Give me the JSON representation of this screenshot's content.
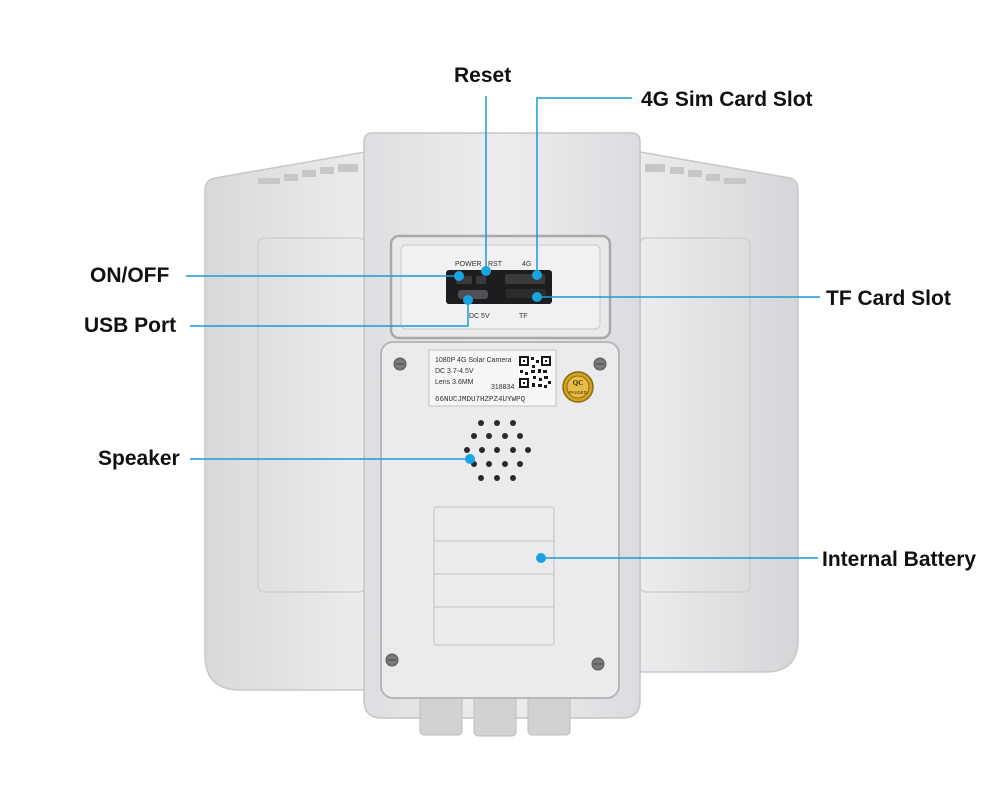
{
  "callouts": {
    "reset": "Reset",
    "sim_slot": "4G Sim Card Slot",
    "on_off": "ON/OFF",
    "tf_slot": "TF Card Slot",
    "usb_port": "USB Port",
    "speaker": "Speaker",
    "battery": "Internal Battery"
  },
  "port_labels": {
    "power": "POWER",
    "rst": "RST",
    "g4": "4G",
    "dc": "DC 5V",
    "tf": "TF"
  },
  "product_label": {
    "line1": "1080P 4G  Solar  Camera",
    "line2": "DC 3.7-4.5V",
    "line3": "Lens 3.6MM",
    "code": "318834",
    "serial": "66NUCJMDU7HZPZ4UYWPQ"
  },
  "qc_seal": {
    "top": "QC",
    "bottom": "PASSED"
  },
  "colors": {
    "leader": "#1a9ad6",
    "dot": "#1aa3e0",
    "body": "#e6e6e8",
    "body_edge": "#c9c9cc"
  }
}
